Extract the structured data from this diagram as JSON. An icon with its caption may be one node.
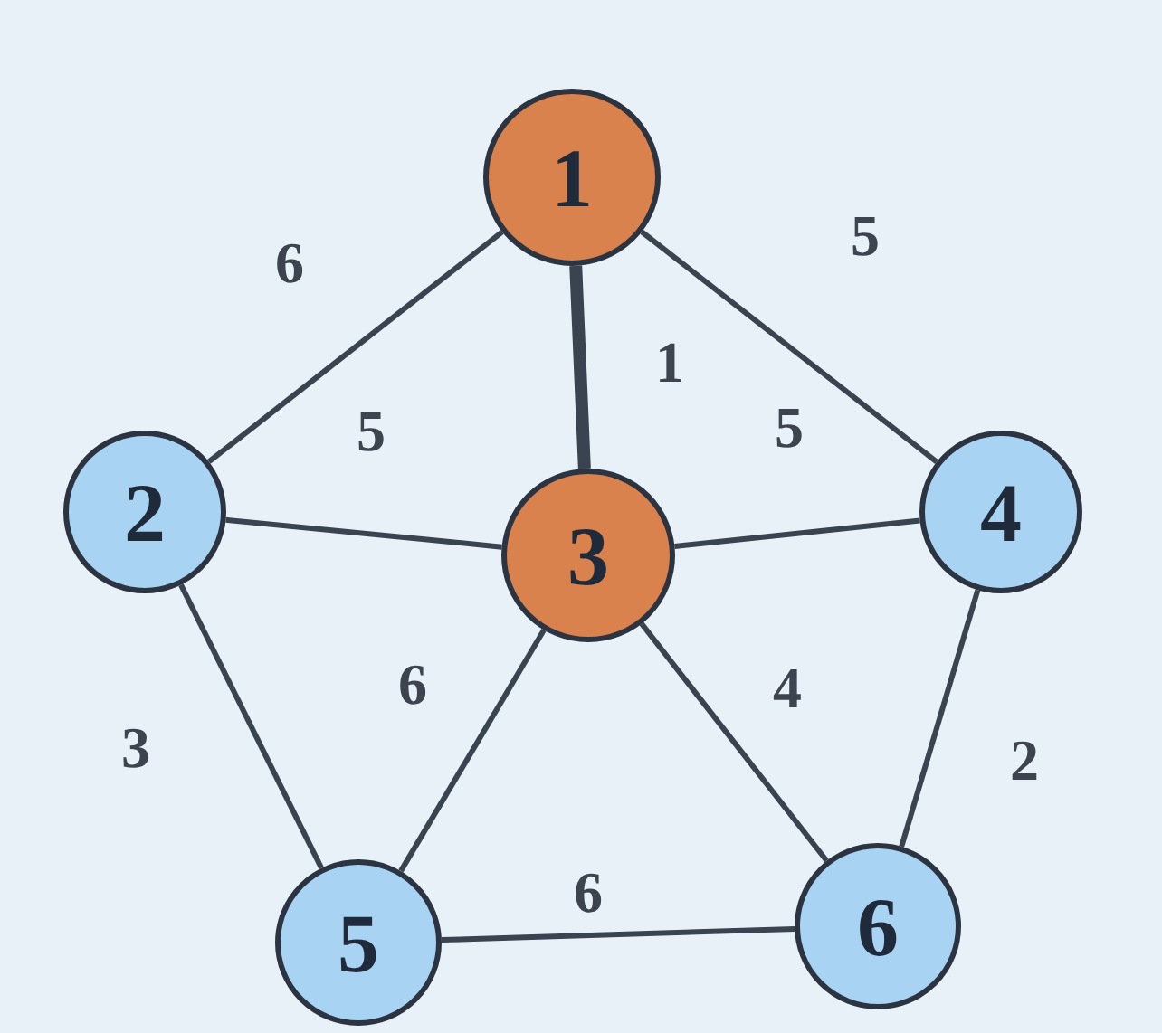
{
  "diagram": {
    "nodes": [
      {
        "text": [
          "1"
        ]
      },
      {
        "text": [
          "2"
        ]
      },
      {
        "text": [
          "3"
        ]
      },
      {
        "text": [
          "4"
        ]
      },
      {
        "text": [
          "5"
        ]
      },
      {
        "text": [
          "6"
        ]
      }
    ],
    "edges": [
      {
        "from": 0,
        "to": 1,
        "arrow": "none",
        "label": "6"
      },
      {
        "from": 0,
        "to": 3,
        "arrow": "none",
        "label": "5"
      },
      {
        "from": 0,
        "to": 2,
        "arrow": "none",
        "label": "1",
        "style": "thick"
      },
      {
        "from": 1,
        "to": 2,
        "arrow": "none",
        "label": "5"
      },
      {
        "from": 2,
        "to": 3,
        "arrow": "none",
        "label": "5"
      },
      {
        "from": 1,
        "to": 4,
        "arrow": "none",
        "label": "3"
      },
      {
        "from": 2,
        "to": 4,
        "arrow": "none",
        "label": "6"
      },
      {
        "from": 2,
        "to": 5,
        "arrow": "none",
        "label": "4"
      },
      {
        "from": 3,
        "to": 5,
        "arrow": "none",
        "label": "2"
      },
      {
        "from": 4,
        "to": 5,
        "arrow": "none",
        "label": "6"
      }
    ]
  }
}
